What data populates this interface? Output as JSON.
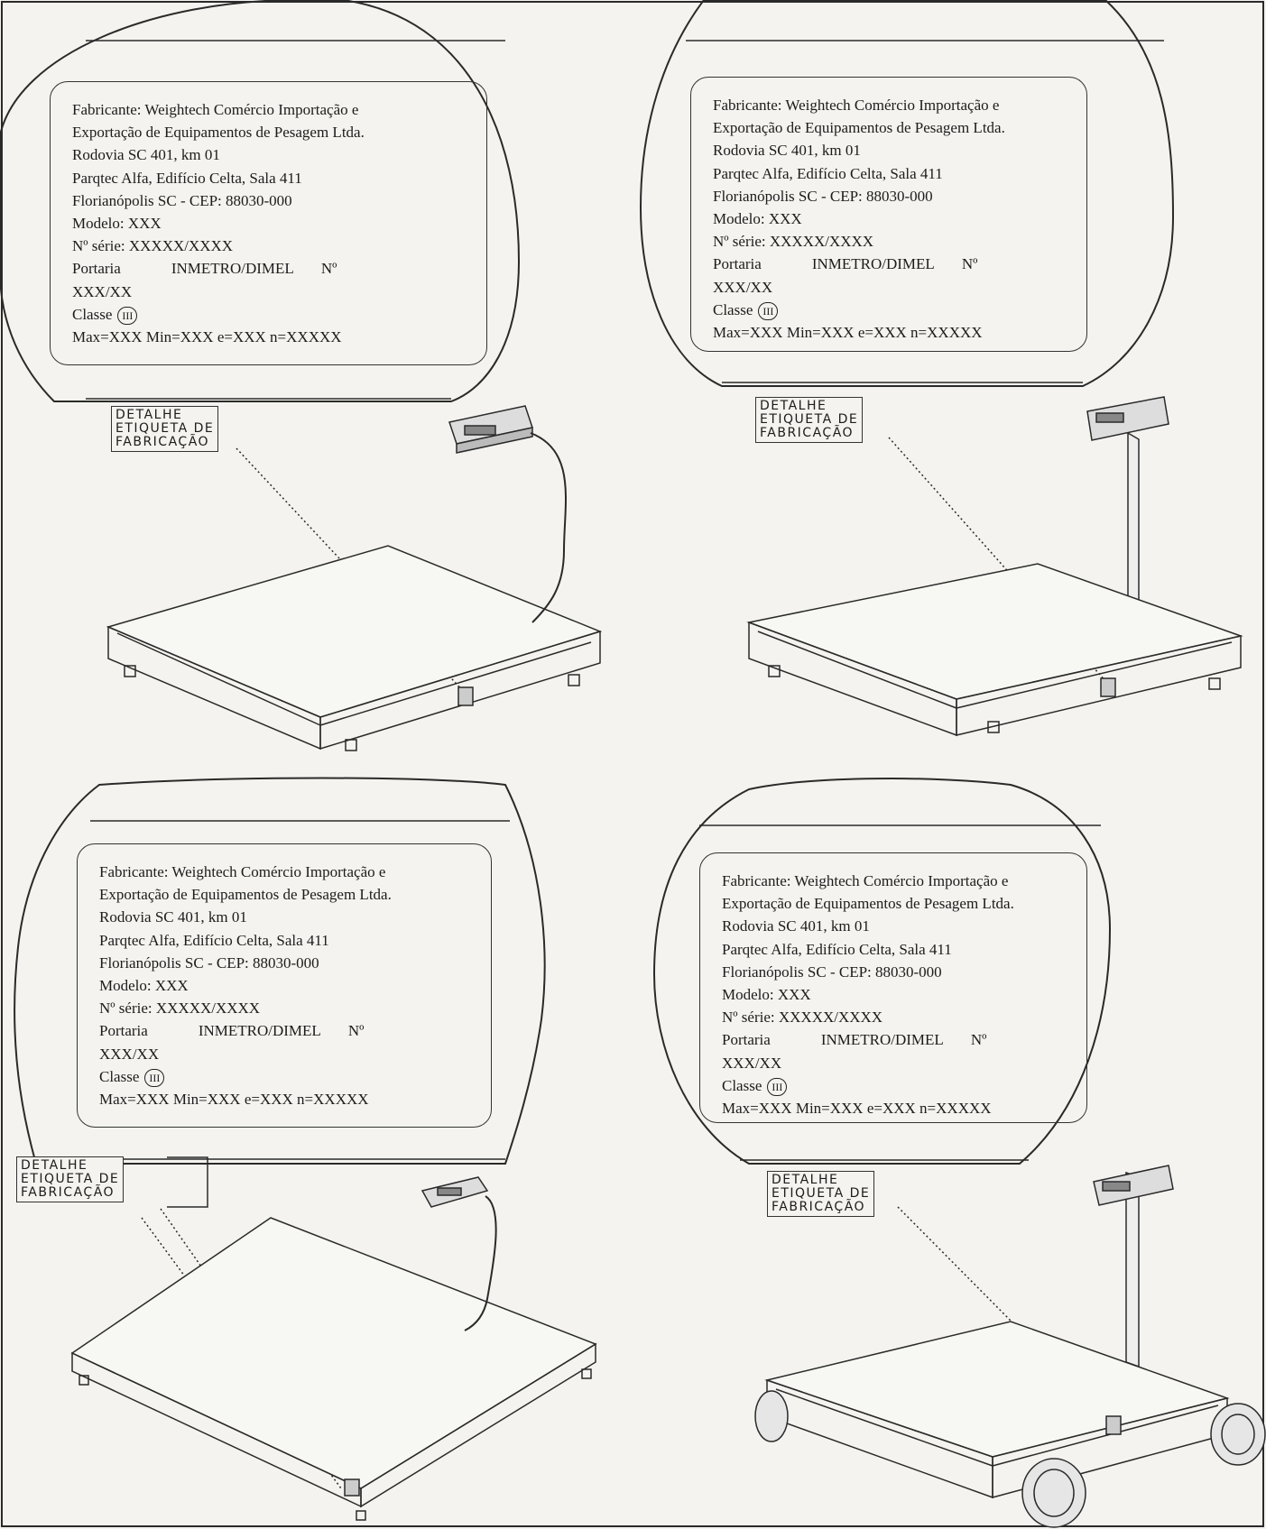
{
  "plate": {
    "fabricante_line1": "Fabricante: Weightech Comércio Importação e",
    "fabricante_line2": "Exportação de Equipamentos de Pesagem Ltda.",
    "address_line1": "Rodovia SC 401, km 01",
    "address_line2": "Parqtec Alfa, Edifício Celta, Sala 411",
    "address_line3": "Florianópolis SC - CEP: 88030-000",
    "modelo": "Modelo: XXX",
    "serie": "Nº série: XXXXX/XXXX",
    "portaria_label": "Portaria",
    "portaria_org": "INMETRO/DIMEL",
    "portaria_no": "Nº",
    "portaria_number": "XXX/XX",
    "classe_label": "Classe",
    "classe_value": "III",
    "capacity": "Max=XXX  Min=XXX  e=XXX  n=XXXXX"
  },
  "callout": {
    "line1": "DETALHE",
    "line2": "ETIQUETA DE",
    "line3": "FABRICAÇÃO"
  },
  "variants": [
    {
      "id": "top-left",
      "platform": "low platform scale with cable-connected indicator"
    },
    {
      "id": "top-right",
      "platform": "platform scale with column-mounted indicator"
    },
    {
      "id": "bottom-left",
      "platform": "floor platform scale with cable-connected indicator"
    },
    {
      "id": "bottom-right",
      "platform": "mobile platform scale with wheels and column-mounted indicator"
    }
  ],
  "colors": {
    "paper": "#f4f3ef",
    "ink": "#1c1c1c"
  }
}
